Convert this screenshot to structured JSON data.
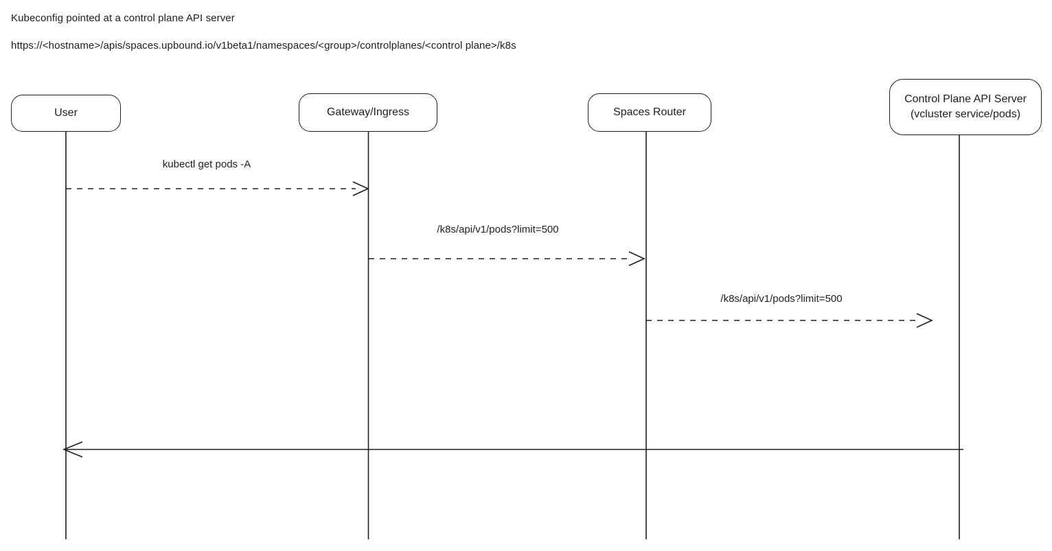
{
  "header": {
    "title": "Kubeconfig pointed at a control plane API server",
    "url": "https://<hostname>/apis/spaces.upbound.io/v1beta1/namespaces/<group>/controlplanes/<control plane>/k8s"
  },
  "actors": [
    {
      "label": "User"
    },
    {
      "label": "Gateway/Ingress"
    },
    {
      "label": "Spaces Router"
    },
    {
      "label": "Control Plane API Server",
      "sublabel": "(vcluster service/pods)"
    }
  ],
  "messages": [
    {
      "label": "kubectl get pods -A",
      "from": "User",
      "to": "Gateway/Ingress",
      "line": "dashed",
      "direction": "right"
    },
    {
      "label": "/k8s/api/v1/pods?limit=500",
      "from": "Gateway/Ingress",
      "to": "Spaces Router",
      "line": "dashed",
      "direction": "right"
    },
    {
      "label": "/k8s/api/v1/pods?limit=500",
      "from": "Spaces Router",
      "to": "Control Plane API Server",
      "line": "dashed",
      "direction": "right"
    },
    {
      "label": "",
      "from": "Control Plane API Server",
      "to": "User",
      "line": "solid",
      "direction": "left"
    }
  ],
  "colors": {
    "stroke": "#1e1e1e",
    "background": "#ffffff"
  }
}
